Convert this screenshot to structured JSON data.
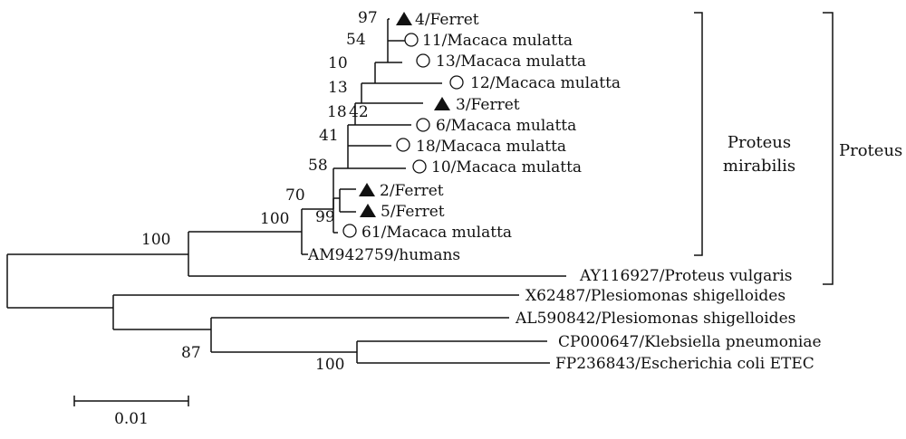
{
  "taxa": {
    "t4": "4/Ferret",
    "t11": "11/Macaca mulatta",
    "t13": "13/Macaca mulatta",
    "t12": "12/Macaca mulatta",
    "t3": "3/Ferret",
    "t6": "6/Macaca mulatta",
    "t18": "18/Macaca mulatta",
    "t10": "10/Macaca mulatta",
    "t2": "2/Ferret",
    "t5": "5/Ferret",
    "t61": "61/Macaca mulatta",
    "am": "AM942759/humans",
    "ay": "AY116927/Proteus vulgaris",
    "x6": "X62487/Plesiomonas shigelloides",
    "al": "AL590842/Plesiomonas shigelloides",
    "cp": "CP000647/Klebsiella pneumoniae",
    "fp": "FP236843/Escherichia coli ETEC"
  },
  "support": {
    "b97": "97",
    "b54": "54",
    "b10": "10",
    "b13": "13",
    "b18": "18",
    "b42": "42",
    "b41": "41",
    "b58": "58",
    "b70": "70",
    "b100a": "100",
    "b99": "99",
    "b100root": "100",
    "b87": "87",
    "b100c": "100"
  },
  "clades": {
    "mirabilis_line1": "Proteus",
    "mirabilis_line2": "mirabilis",
    "genus": "Proteus"
  },
  "scale": {
    "label": "0.01"
  },
  "marker_icons": {
    "ferret": "filled-triangle-icon",
    "macaca": "open-circle-icon"
  }
}
